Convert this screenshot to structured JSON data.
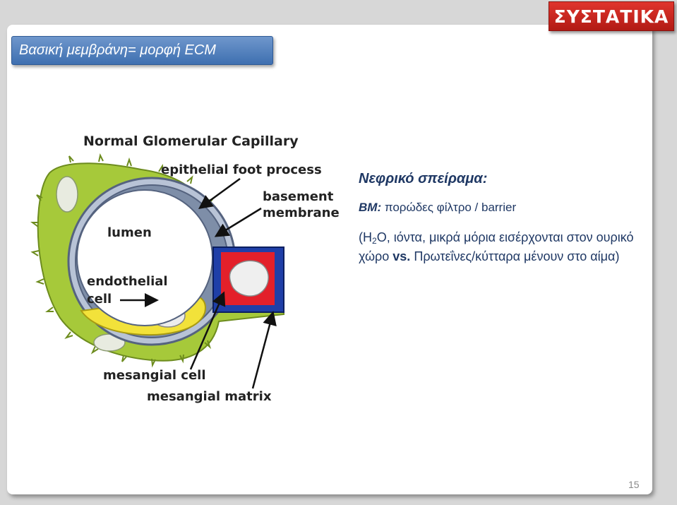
{
  "section_tag": "ΣΥΣΤΑΤΙΚΑ",
  "title": "Βασική μεμβράνη= μορφή ECM",
  "figure": {
    "title": "Normal Glomerular Capillary",
    "labels": {
      "epithelial": "epithelial foot process",
      "basement_1": "basement",
      "basement_2": "membrane",
      "lumen": "lumen",
      "endothelial_1": "endothelial",
      "endothelial_2": "cell",
      "mesangial_cell": "mesangial cell",
      "mesangial_matrix": "mesangial matrix"
    }
  },
  "notes": {
    "heading": "Νεφρικό σπείραμα:",
    "bm_label": "BM:",
    "bm_text": " πορώδες φίλτρο / barrier",
    "para_open": "(H",
    "para_sub": "2",
    "para_rest": "O, ιόντα, μικρά μόρια εισέρχονται στον ουρικό χώρο ",
    "para_vs": "vs.",
    "para_end": " Πρωτεΐνες/κύτταρα μένουν στο αίμα)"
  },
  "page_number": "15",
  "colors": {
    "section_tag_bg": "#c8241d",
    "title_bar_bg": "#5a86c2",
    "heading_color": "#1f3864",
    "epithelium": "#a6c93a",
    "endothelium": "#f2e23a",
    "mesangial_matrix": "#1f3fa8",
    "mesangial_cell": "#e3202a"
  }
}
